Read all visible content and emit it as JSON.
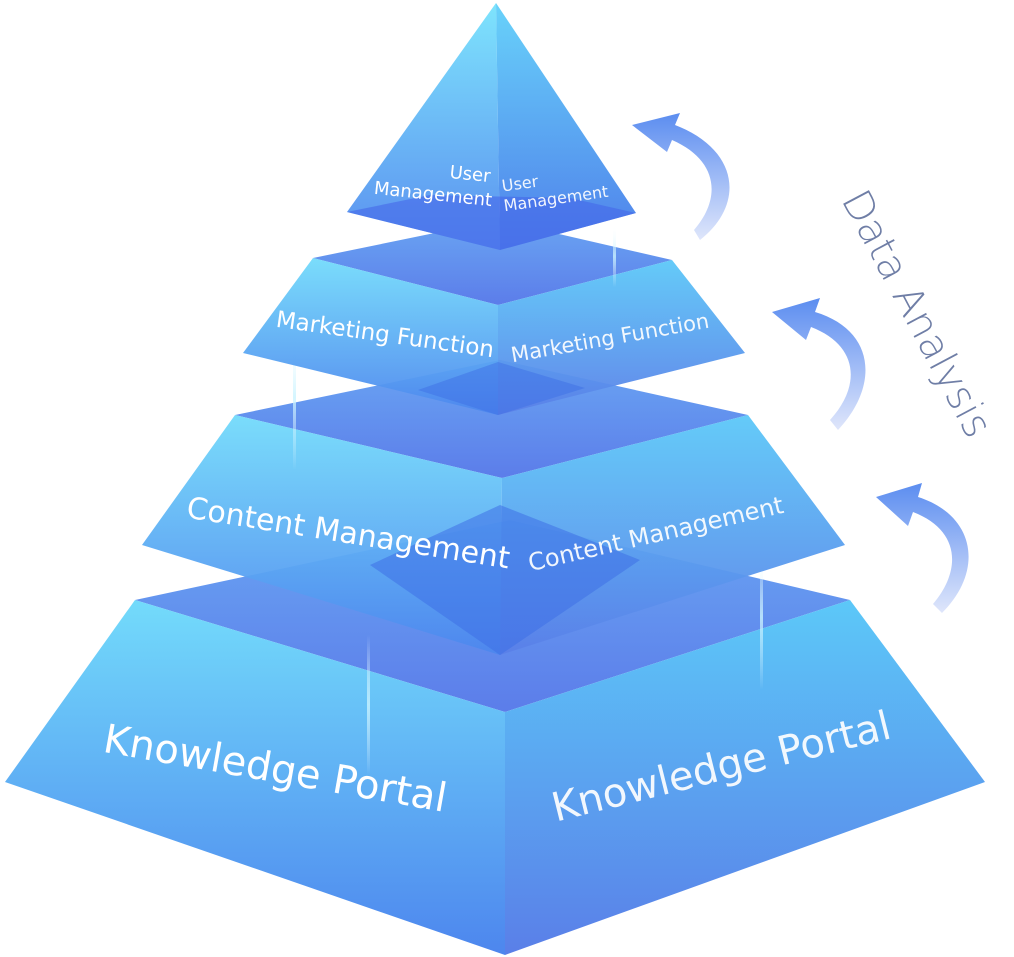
{
  "diagram": {
    "layers": [
      {
        "id": "top",
        "front_label": [
          "User",
          "Management"
        ],
        "side_label": [
          "User",
          "Management"
        ]
      },
      {
        "id": "second",
        "front_label": [
          "Marketing Function"
        ],
        "side_label": [
          "Marketing Function"
        ]
      },
      {
        "id": "third",
        "front_label": [
          "Content Management"
        ],
        "side_label": [
          "Content Management"
        ]
      },
      {
        "id": "base",
        "front_label": [
          "Knowledge Portal"
        ],
        "side_label": [
          "Knowledge Portal"
        ]
      }
    ],
    "side_caption": "Data Analysis",
    "colors": {
      "light_blue": "#6fd7fa",
      "mid_blue": "#4aa3f2",
      "deep_blue": "#3d6ee8",
      "arrow_blue": "#5b8df0",
      "caption_gray": "#6f7ea6"
    }
  }
}
